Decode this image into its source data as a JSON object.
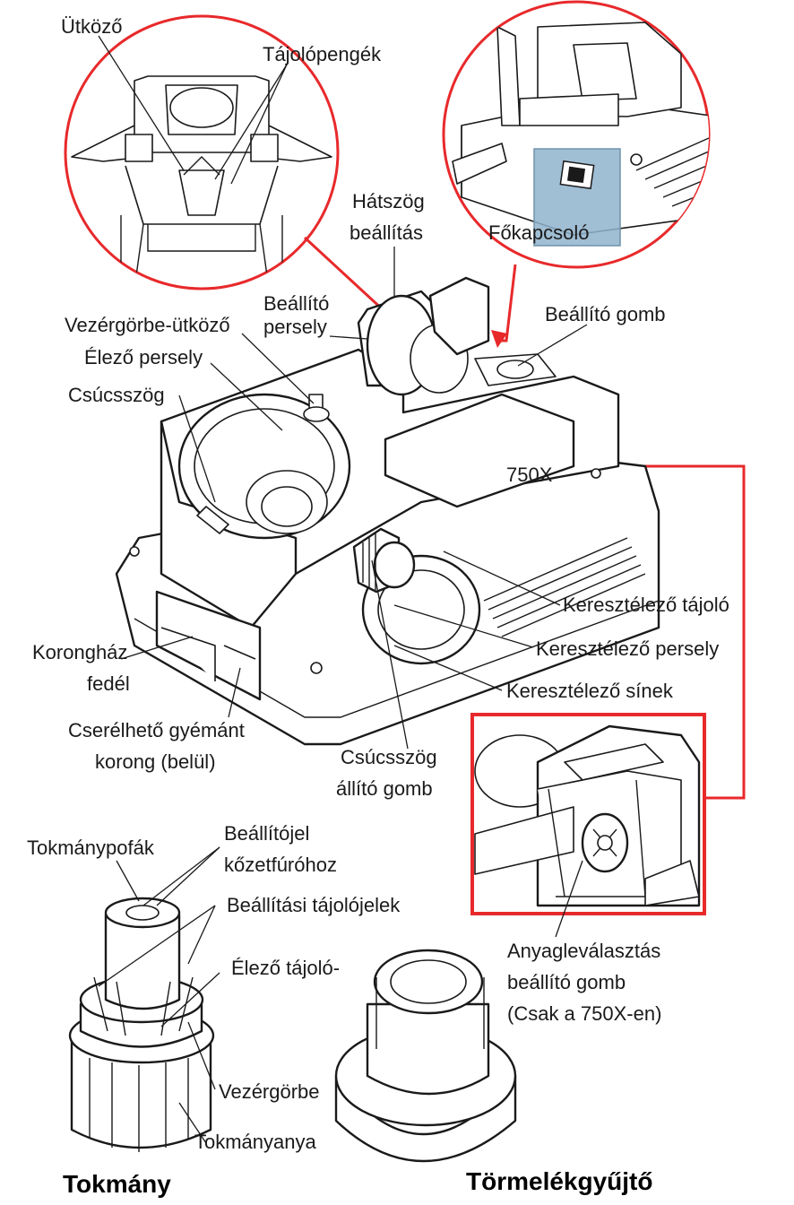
{
  "colors": {
    "accent": "#e8292b",
    "switch_highlight": "#8fb3cc",
    "line": "#1a1a1a"
  },
  "labels": {
    "utkozo": "Ütköző",
    "tajolopengek": "Tájolópengék",
    "hatszog_1": "Hátszög",
    "hatszog_2": "beállítás",
    "fokapcsolo": "Főkapcsoló",
    "beallito_persely_1": "Beállító",
    "beallito_persely_2": "persely",
    "beallito_gomb": "Beállító gomb",
    "vezergorbe_utkozo": "Vezérgörbe-ütköző",
    "elezo_persely": "Élező persely",
    "csucsszog": "Csúcsszög",
    "model": "750X",
    "keresztelezo_tajolo": "Keresztélező tájoló",
    "keresztelezo_persely": "Keresztélező persely",
    "keresztelezo_sinek": "Keresztélező sínek",
    "korongaz_1": "Korongház",
    "korongaz_2": "fedél",
    "gyemant_1": "Cserélhető gyémánt",
    "gyemant_2": "korong (belül)",
    "csucsszog_gomb_1": "Csúcsszög",
    "csucsszog_gomb_2": "állító gomb",
    "beallitojel_1": "Beállítójel",
    "beallitojel_2": "kőzetfúróhoz",
    "tokmanypofak": "Tokmánypofák",
    "tajolojelek": "Beállítási tájolójelek",
    "elezo_tajolo": "Élező tájoló-",
    "anyag_1": "Anyagleválasztás",
    "anyag_2": "beállító gomb",
    "anyag_3": "(Csak a 750X-en)",
    "vezergorbe": "Vezérgörbe",
    "tokmanyanya": "Tokmányanya"
  },
  "titles": {
    "tokmany": "Tokmány",
    "tormelekgyujto": "Törmelékgyűjtő"
  }
}
